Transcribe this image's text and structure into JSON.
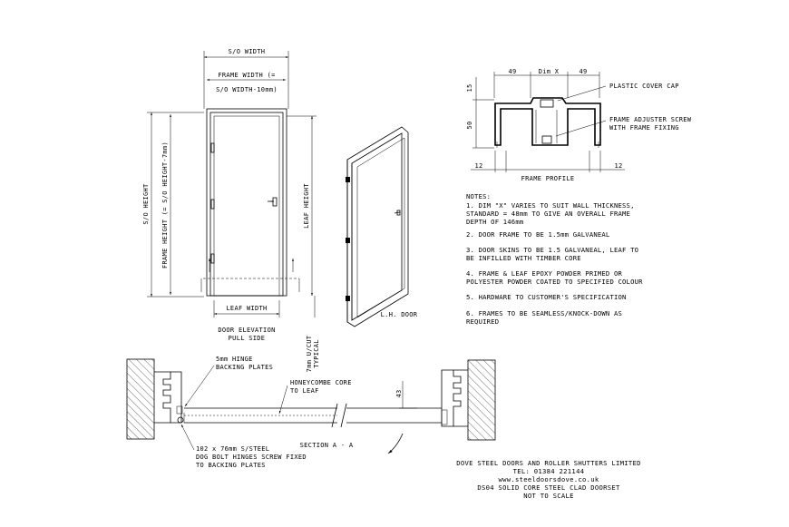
{
  "elevation": {
    "so_width": "S/O WIDTH",
    "frame_width_1": "FRAME WIDTH (=",
    "frame_width_2": "S/O WIDTH-10mm)",
    "so_height": "S/O HEIGHT",
    "frame_height": "FRAME HEIGHT (= S/O HEIGHT-7mm)",
    "leaf_height": "LEAF HEIGHT",
    "leaf_width": "LEAF WIDTH",
    "caption_1": "DOOR ELEVATION",
    "caption_2": "PULL SIDE",
    "undercut_1": "7mm U/CUT",
    "undercut_2": "TYPICAL"
  },
  "iso": {
    "caption": "L.H. DOOR"
  },
  "profile": {
    "dim_left": "49",
    "dim_mid": "Dim X",
    "dim_right": "49",
    "dim_15": "15",
    "dim_50": "50",
    "dim_12_left": "12",
    "dim_12_right": "12",
    "cover_cap": "PLASTIC COVER CAP",
    "adjuster_1": "FRAME ADJUSTER SCREW",
    "adjuster_2": "WITH FRAME FIXING",
    "caption": "FRAME PROFILE"
  },
  "notes": {
    "heading": "NOTES:",
    "n1a": "1. DIM \"X\" VARIES TO SUIT WALL THICKNESS,",
    "n1b": "STANDARD = 48mm TO GIVE AN OVERALL FRAME",
    "n1c": "DEPTH OF 146mm",
    "n2": "2. DOOR FRAME TO BE 1.5mm GALVANEAL",
    "n3a": "3. DOOR SKINS TO BE 1.5 GALVANEAL, LEAF TO",
    "n3b": "BE INFILLED WITH TIMBER CORE",
    "n4a": "4. FRAME & LEAF EPOXY POWDER PRIMED OR",
    "n4b": "POLYESTER POWDER COATED TO SPECIFIED COLOUR",
    "n5": "5. HARDWARE TO CUSTOMER'S SPECIFICATION",
    "n6a": "6. FRAMES TO BE SEAMLESS/KNOCK-DOWN AS",
    "n6b": "REQUIRED"
  },
  "section": {
    "backing_1": "5mm HINGE",
    "backing_2": "BACKING PLATES",
    "honeycomb_1": "HONEYCOMBE CORE",
    "honeycomb_2": "TO LEAF",
    "dim_43": "43",
    "caption": "SECTION A - A",
    "hinge_1": "102 x 76mm S/STEEL",
    "hinge_2": "DOG BOLT HINGES SCREW FIXED",
    "hinge_3": "TO BACKING PLATES"
  },
  "titleblock": {
    "company": "DOVE STEEL DOORS AND ROLLER SHUTTERS LIMITED",
    "tel": "TEL: 01384 221144",
    "web": "www.steeldoorsdove.co.uk",
    "product": "DS04 SOLID CORE STEEL CLAD DOORSET",
    "scale": "NOT TO SCALE"
  }
}
